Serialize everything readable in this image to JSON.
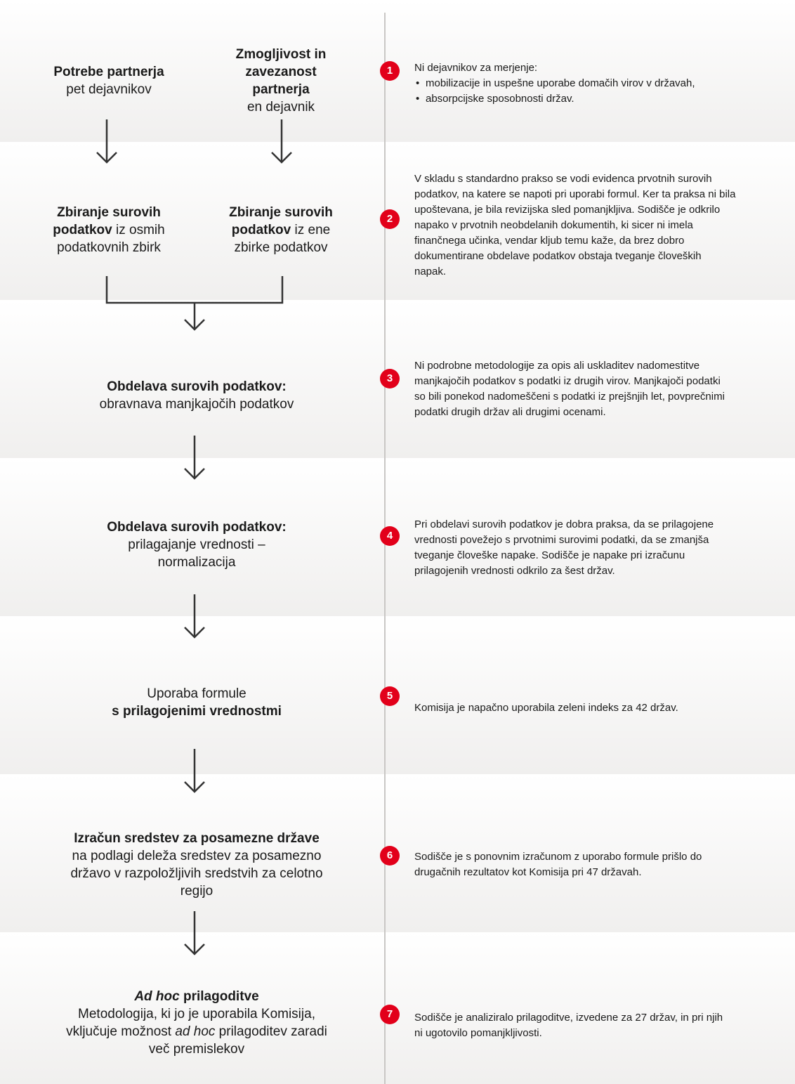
{
  "steps": {
    "needs": {
      "bold": "Potrebe partnerja",
      "normal": "pet dejavnikov"
    },
    "capacity": {
      "bold_lines": [
        "Zmogljivost in",
        "zavezanost",
        "partnerja"
      ],
      "normal": "en dejavnik"
    },
    "collect_left": {
      "bold1": "Zbiranje surovih",
      "bold2": "podatkov",
      "normal_inline": " iz osmih",
      "normal2": "podatkovnih zbirk"
    },
    "collect_right": {
      "bold1": "Zbiranje surovih",
      "bold2": "podatkov",
      "normal_inline": " iz ene",
      "normal2": "zbirke podatkov"
    },
    "processing_missing": {
      "bold": "Obdelava surovih podatkov:",
      "normal": "obravnava manjkajočih podatkov"
    },
    "processing_normalize": {
      "bold": "Obdelava surovih podatkov:",
      "normal1": "prilagajanje vrednosti –",
      "normal2": "normalizacija"
    },
    "formula": {
      "normal": "Uporaba formule",
      "bold": "s prilagojenimi vrednostmi"
    },
    "allocation": {
      "bold": "Izračun sredstev za posamezne države",
      "normal1": "na podlagi deleža sredstev za posamezno",
      "normal2": "državo v razpoložljivih sredstvih za celotno",
      "normal3": "regijo"
    },
    "adhoc": {
      "title_italic": "Ad hoc",
      "title_bold": " prilagoditve",
      "line1": "Metodologija, ki jo je uporabila Komisija,",
      "line2a": "vključuje možnost ",
      "line2_italic": "ad hoc",
      "line2b": " prilagoditev zaradi",
      "line3": "več premislekov"
    }
  },
  "notes": [
    {
      "number": "1",
      "intro": "Ni dejavnikov za merjenje:",
      "bullets": [
        "mobilizacije in uspešne uporabe domačih virov v državah,",
        "absorpcijske sposobnosti držav."
      ]
    },
    {
      "number": "2",
      "lines": [
        "V skladu s standardno prakso se vodi evidenca prvotnih surovih",
        "podatkov, na katere se napoti pri uporabi formul. Ker ta praksa ni bila",
        "upoštevana, je bila revizijska sled pomanjkljiva. Sodišče je odkrilo",
        "napako v prvotnih neobdelanih dokumentih, ki sicer ni imela",
        "finančnega učinka, vendar kljub temu kaže, da brez dobro",
        "dokumentirane obdelave podatkov obstaja tveganje človeških",
        "napak."
      ]
    },
    {
      "number": "3",
      "lines": [
        "Ni podrobne metodologije za opis ali uskladitev nadomestitve",
        "manjkajočih podatkov s podatki iz drugih virov. Manjkajoči podatki",
        "so bili ponekod nadomeščeni s podatki iz prejšnjih let, povprečnimi",
        "podatki drugih držav ali drugimi ocenami."
      ]
    },
    {
      "number": "4",
      "lines": [
        "Pri obdelavi surovih podatkov je dobra praksa, da se prilagojene",
        "vrednosti povežejo s prvotnimi surovimi podatki, da se zmanjša",
        "tveganje človeške napake.  Sodišče je napake pri izračunu",
        "prilagojenih vrednosti odkrilo za šest držav."
      ]
    },
    {
      "number": "5",
      "lines": [
        "Komisija je napačno uporabila zeleni indeks za 42 držav."
      ]
    },
    {
      "number": "6",
      "lines": [
        "Sodišče je s ponovnim izračunom z uporabo formule prišlo do",
        "drugačnih rezultatov kot Komisija pri 47 državah."
      ]
    },
    {
      "number": "7",
      "lines": [
        "Sodišče je analiziralo prilagoditve, izvedene za 27 držav, in pri njih",
        "ni ugotovilo pomanjkljivosti."
      ]
    }
  ],
  "colors": {
    "badge": "#e2001a",
    "band_bottom": "#f0efee",
    "line": "#c9c7c5",
    "arrow": "#333333"
  }
}
